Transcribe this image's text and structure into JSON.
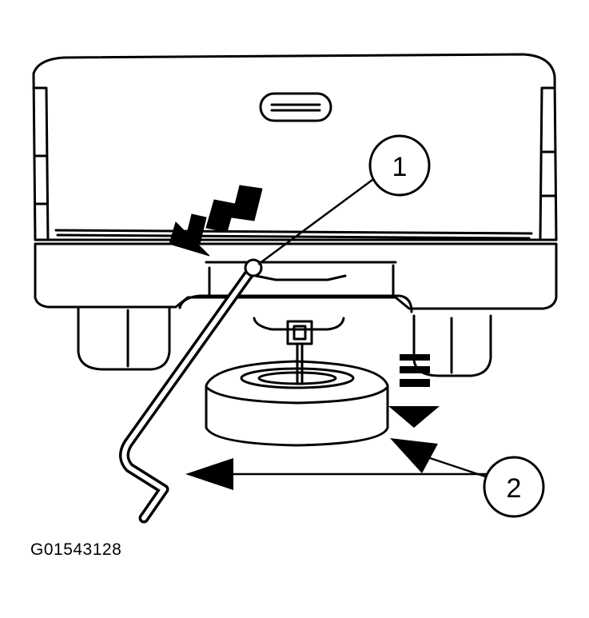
{
  "callouts": {
    "one": "1",
    "two": "2"
  },
  "figure_code": "G01543128",
  "colors": {
    "ink": "#000000",
    "paper": "#ffffff"
  }
}
